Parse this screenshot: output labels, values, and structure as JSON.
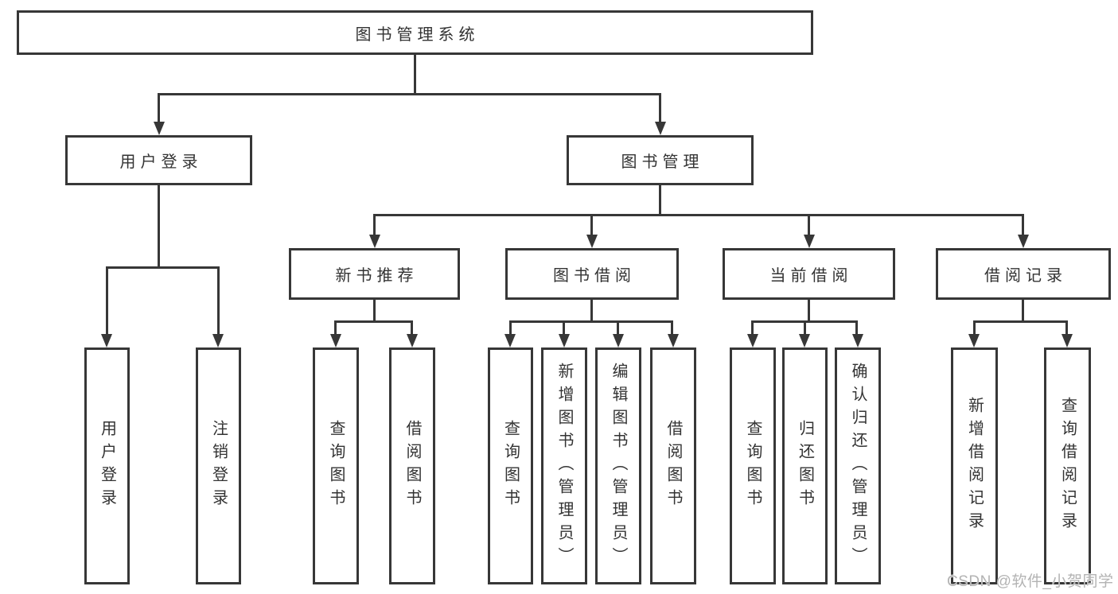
{
  "colors": {
    "line": "#373737",
    "text": "#333333",
    "watermark": "#b3b3b3",
    "background": "#ffffff"
  },
  "watermark": {
    "text": "CSDN @软件_小贺同学"
  },
  "diagram": {
    "type": "hierarchy",
    "root": {
      "label": "图书管理系统",
      "children": [
        {
          "label": "用户登录",
          "children": [
            {
              "label": "用户登录"
            },
            {
              "label": "注销登录"
            }
          ]
        },
        {
          "label": "图书管理",
          "children": [
            {
              "label": "新书推荐",
              "children": [
                {
                  "label": "查询图书"
                },
                {
                  "label": "借阅图书"
                }
              ]
            },
            {
              "label": "图书借阅",
              "children": [
                {
                  "label": "查询图书"
                },
                {
                  "label": "新增图书（管理员）"
                },
                {
                  "label": "编辑图书（管理员）"
                },
                {
                  "label": "借阅图书"
                }
              ]
            },
            {
              "label": "当前借阅",
              "children": [
                {
                  "label": "查询图书"
                },
                {
                  "label": "归还图书"
                },
                {
                  "label": "确认归还（管理员）"
                }
              ]
            },
            {
              "label": "借阅记录",
              "children": [
                {
                  "label": "新增借阅记录"
                },
                {
                  "label": "查询借阅记录"
                }
              ]
            }
          ]
        }
      ]
    }
  }
}
